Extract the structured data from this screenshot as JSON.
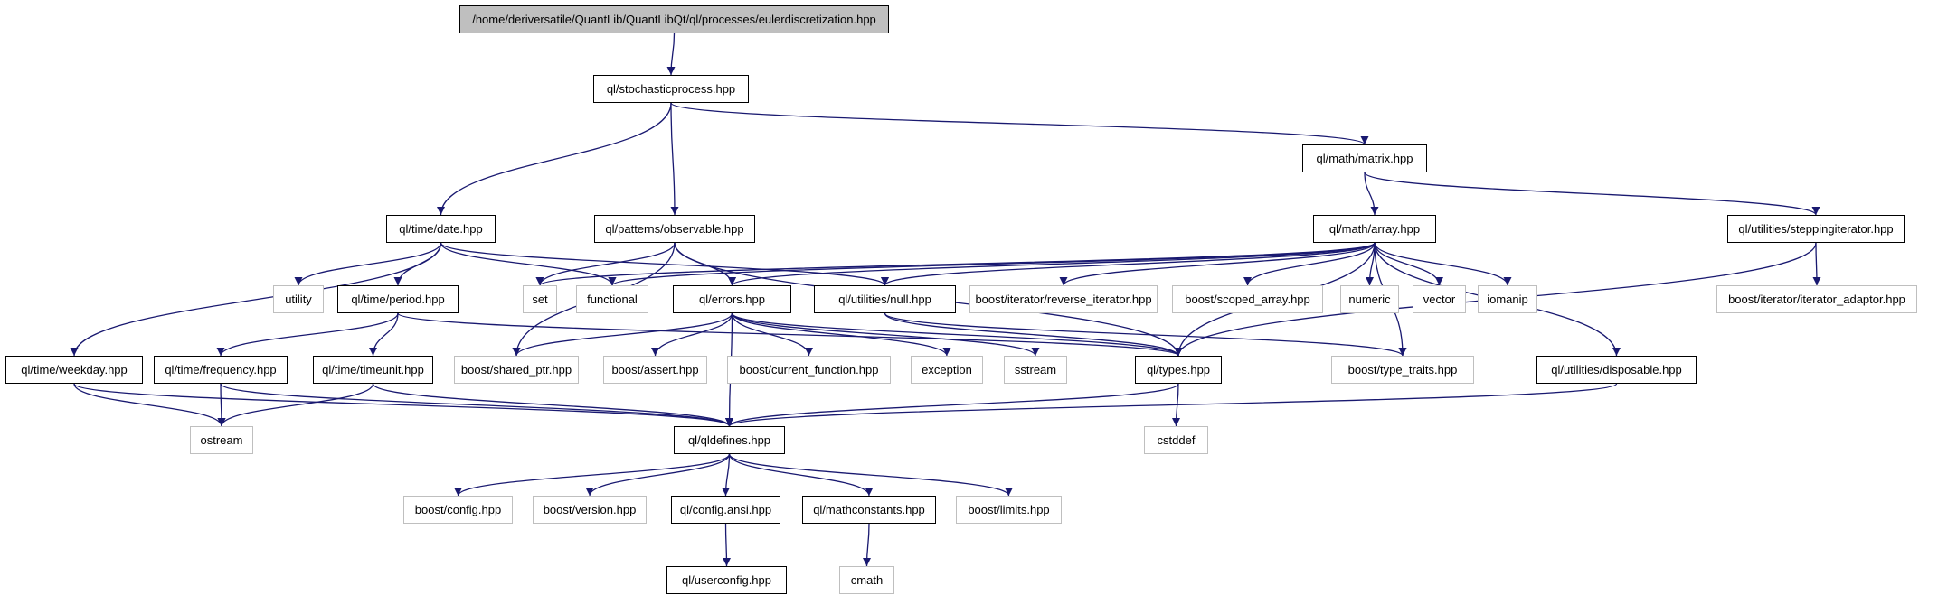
{
  "colors": {
    "edge": "#191970",
    "doc_border": "#000000",
    "ext_border": "#bfbfbf",
    "root_fill": "#bfbfbf"
  },
  "nodes": {
    "root": "/home/deriversatile/QuantLib/QuantLibQt/ql/processes/eulerdiscretization.hpp",
    "stochasticprocess": "ql/stochasticprocess.hpp",
    "date": "ql/time/date.hpp",
    "observable": "ql/patterns/observable.hpp",
    "matrix": "ql/math/matrix.hpp",
    "array": "ql/math/array.hpp",
    "steppingiterator": "ql/utilities/steppingiterator.hpp",
    "utility": "utility",
    "period": "ql/time/period.hpp",
    "set": "set",
    "functional": "functional",
    "errors": "ql/errors.hpp",
    "null": "ql/utilities/null.hpp",
    "reverse_iterator": "boost/iterator/reverse_iterator.hpp",
    "scoped_array": "boost/scoped_array.hpp",
    "numeric": "numeric",
    "vector": "vector",
    "iomanip": "iomanip",
    "iterator_adaptor": "boost/iterator/iterator_adaptor.hpp",
    "weekday": "ql/time/weekday.hpp",
    "frequency": "ql/time/frequency.hpp",
    "timeunit": "ql/time/timeunit.hpp",
    "shared_ptr": "boost/shared_ptr.hpp",
    "assert": "boost/assert.hpp",
    "current_function": "boost/current_function.hpp",
    "exception": "exception",
    "sstream": "sstream",
    "types": "ql/types.hpp",
    "type_traits": "boost/type_traits.hpp",
    "disposable": "ql/utilities/disposable.hpp",
    "ostream": "ostream",
    "qldefines": "ql/qldefines.hpp",
    "cstddef": "cstddef",
    "config": "boost/config.hpp",
    "version": "boost/version.hpp",
    "configansi": "ql/config.ansi.hpp",
    "mathconstants": "ql/mathconstants.hpp",
    "limits": "boost/limits.hpp",
    "userconfig": "ql/userconfig.hpp",
    "cmath": "cmath"
  },
  "edges": [
    [
      "root",
      "stochasticprocess"
    ],
    [
      "stochasticprocess",
      "date"
    ],
    [
      "stochasticprocess",
      "observable"
    ],
    [
      "stochasticprocess",
      "matrix"
    ],
    [
      "date",
      "utility"
    ],
    [
      "date",
      "period"
    ],
    [
      "date",
      "functional"
    ],
    [
      "date",
      "null"
    ],
    [
      "date",
      "weekday"
    ],
    [
      "observable",
      "set"
    ],
    [
      "observable",
      "errors"
    ],
    [
      "observable",
      "shared_ptr"
    ],
    [
      "observable",
      "types"
    ],
    [
      "matrix",
      "array"
    ],
    [
      "matrix",
      "steppingiterator"
    ],
    [
      "array",
      "set"
    ],
    [
      "array",
      "functional"
    ],
    [
      "array",
      "errors"
    ],
    [
      "array",
      "null"
    ],
    [
      "array",
      "reverse_iterator"
    ],
    [
      "array",
      "scoped_array"
    ],
    [
      "array",
      "numeric"
    ],
    [
      "array",
      "vector"
    ],
    [
      "array",
      "iomanip"
    ],
    [
      "array",
      "types"
    ],
    [
      "array",
      "type_traits"
    ],
    [
      "array",
      "disposable"
    ],
    [
      "steppingiterator",
      "iterator_adaptor"
    ],
    [
      "steppingiterator",
      "types"
    ],
    [
      "period",
      "frequency"
    ],
    [
      "period",
      "timeunit"
    ],
    [
      "period",
      "types"
    ],
    [
      "errors",
      "shared_ptr"
    ],
    [
      "errors",
      "assert"
    ],
    [
      "errors",
      "current_function"
    ],
    [
      "errors",
      "exception"
    ],
    [
      "errors",
      "sstream"
    ],
    [
      "errors",
      "types"
    ],
    [
      "errors",
      "qldefines"
    ],
    [
      "null",
      "types"
    ],
    [
      "null",
      "type_traits"
    ],
    [
      "weekday",
      "ostream"
    ],
    [
      "weekday",
      "qldefines"
    ],
    [
      "frequency",
      "ostream"
    ],
    [
      "frequency",
      "qldefines"
    ],
    [
      "timeunit",
      "ostream"
    ],
    [
      "timeunit",
      "qldefines"
    ],
    [
      "types",
      "qldefines"
    ],
    [
      "types",
      "cstddef"
    ],
    [
      "disposable",
      "qldefines"
    ],
    [
      "qldefines",
      "config"
    ],
    [
      "qldefines",
      "version"
    ],
    [
      "qldefines",
      "configansi"
    ],
    [
      "qldefines",
      "mathconstants"
    ],
    [
      "qldefines",
      "limits"
    ],
    [
      "configansi",
      "userconfig"
    ],
    [
      "mathconstants",
      "cmath"
    ]
  ]
}
